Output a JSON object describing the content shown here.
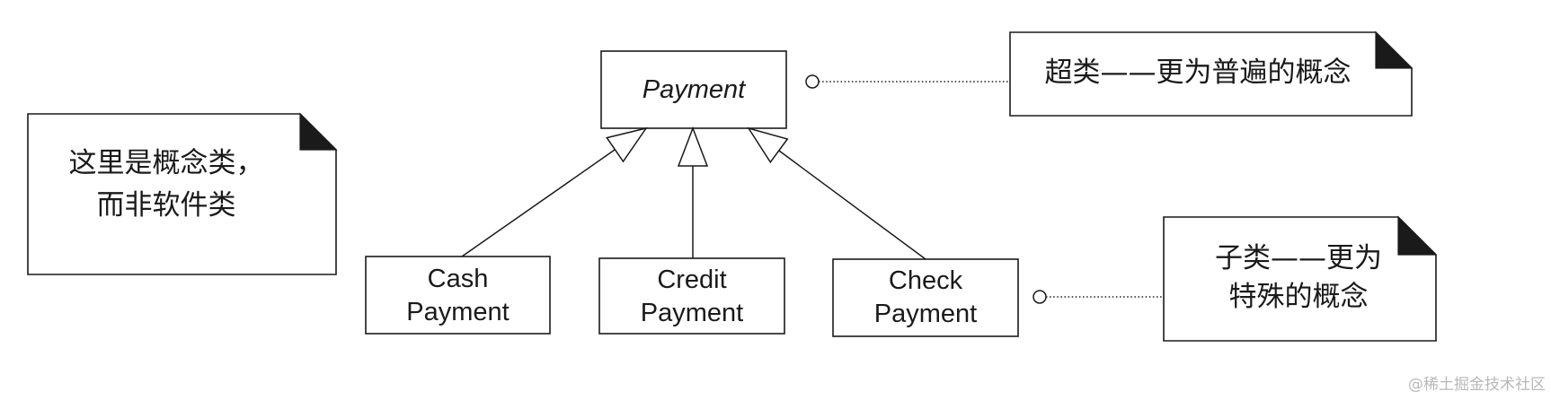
{
  "diagram": {
    "superclass": {
      "name": "Payment"
    },
    "subclasses": [
      {
        "lines": [
          "Cash",
          "Payment"
        ]
      },
      {
        "lines": [
          "Credit",
          "Payment"
        ]
      },
      {
        "lines": [
          "Check",
          "Payment"
        ]
      }
    ],
    "notes": {
      "conceptual": {
        "lines": [
          "这里是概念类，",
          "而非软件类"
        ]
      },
      "superclass": {
        "lines": [
          "超类——更为普遍的概念"
        ]
      },
      "subclass": {
        "lines": [
          "子类——更为",
          "特殊的概念"
        ]
      }
    }
  },
  "watermark": "@稀土掘金技术社区",
  "colors": {
    "ink": "#1a1a1a",
    "watermark": "#b8b8b8",
    "paper": "#ffffff"
  }
}
